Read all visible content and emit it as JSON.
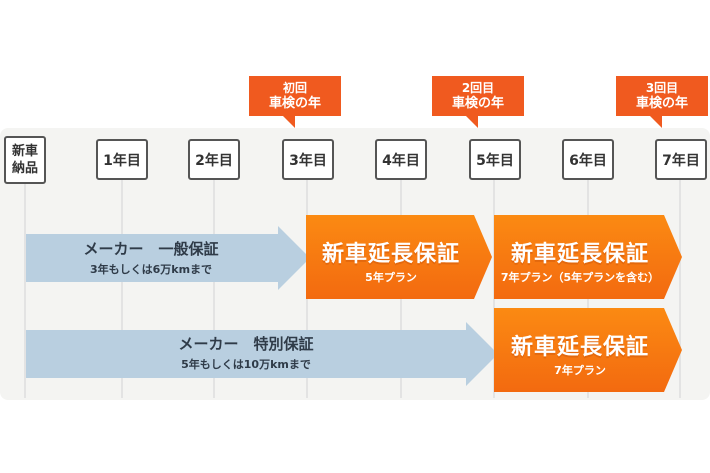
{
  "timeline": {
    "start_label": "新車\n納品",
    "years": [
      "1年目",
      "2年目",
      "3年目",
      "4年目",
      "5年目",
      "6年目",
      "7年目"
    ]
  },
  "inspection_callouts": [
    {
      "line1": "初回",
      "line2": "車検の年"
    },
    {
      "line1": "2回目",
      "line2": "車検の年"
    },
    {
      "line1": "3回目",
      "line2": "車検の年"
    }
  ],
  "warranties": {
    "general": {
      "title": "メーカー　一般保証",
      "sub": "3年もしくは6万kmまで"
    },
    "special": {
      "title": "メーカー　特別保証",
      "sub": "5年もしくは10万kmまで"
    }
  },
  "extensions": [
    {
      "title": "新車延長保証",
      "sub": "5年プラン"
    },
    {
      "title": "新車延長保証",
      "sub": "7年プラン（5年プランを含む）"
    },
    {
      "title": "新車延長保証",
      "sub": "7年プラン"
    }
  ],
  "colors": {
    "callout": "#f05a1f",
    "blue_arrow": "#b9cfe0",
    "orange_start": "#fb8a12",
    "orange_end": "#f36a10"
  }
}
